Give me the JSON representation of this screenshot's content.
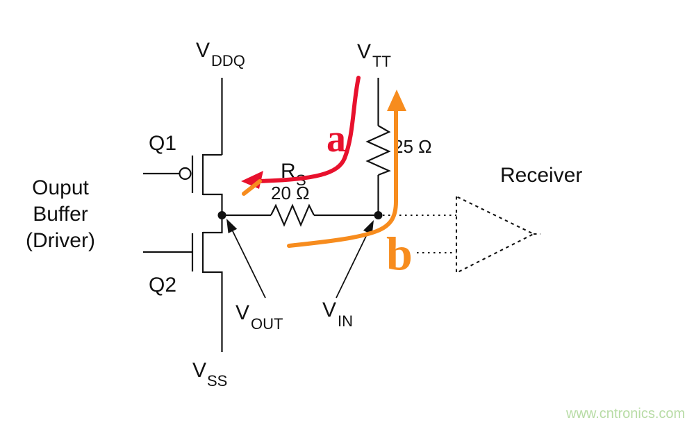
{
  "diagram": {
    "power_rails": {
      "vddq": {
        "main": "V",
        "sub": "DDQ"
      },
      "vtt": {
        "main": "V",
        "sub": "TT"
      },
      "vss": {
        "main": "V",
        "sub": "SS"
      }
    },
    "transistors": {
      "q1": "Q1",
      "q2": "Q2"
    },
    "driver_label": {
      "line1": "Ouput",
      "line2": "Buffer",
      "line3": "(Driver)"
    },
    "receiver_label": "Receiver",
    "series_resistor": {
      "name_main": "R",
      "name_sub": "S",
      "value": "20 Ω"
    },
    "termination_resistor": {
      "value": "25 Ω"
    },
    "nodes": {
      "vout": {
        "main": "V",
        "sub": "OUT"
      },
      "vin": {
        "main": "V",
        "sub": "IN"
      }
    },
    "current_paths": {
      "a": "a",
      "b": "b"
    }
  },
  "watermark": "www.cntronics.com",
  "colors": {
    "wire": "#111111",
    "path_a": "#e8112d",
    "path_b": "#f78c1e",
    "watermark": "#b8dca6",
    "background": "#ffffff"
  }
}
